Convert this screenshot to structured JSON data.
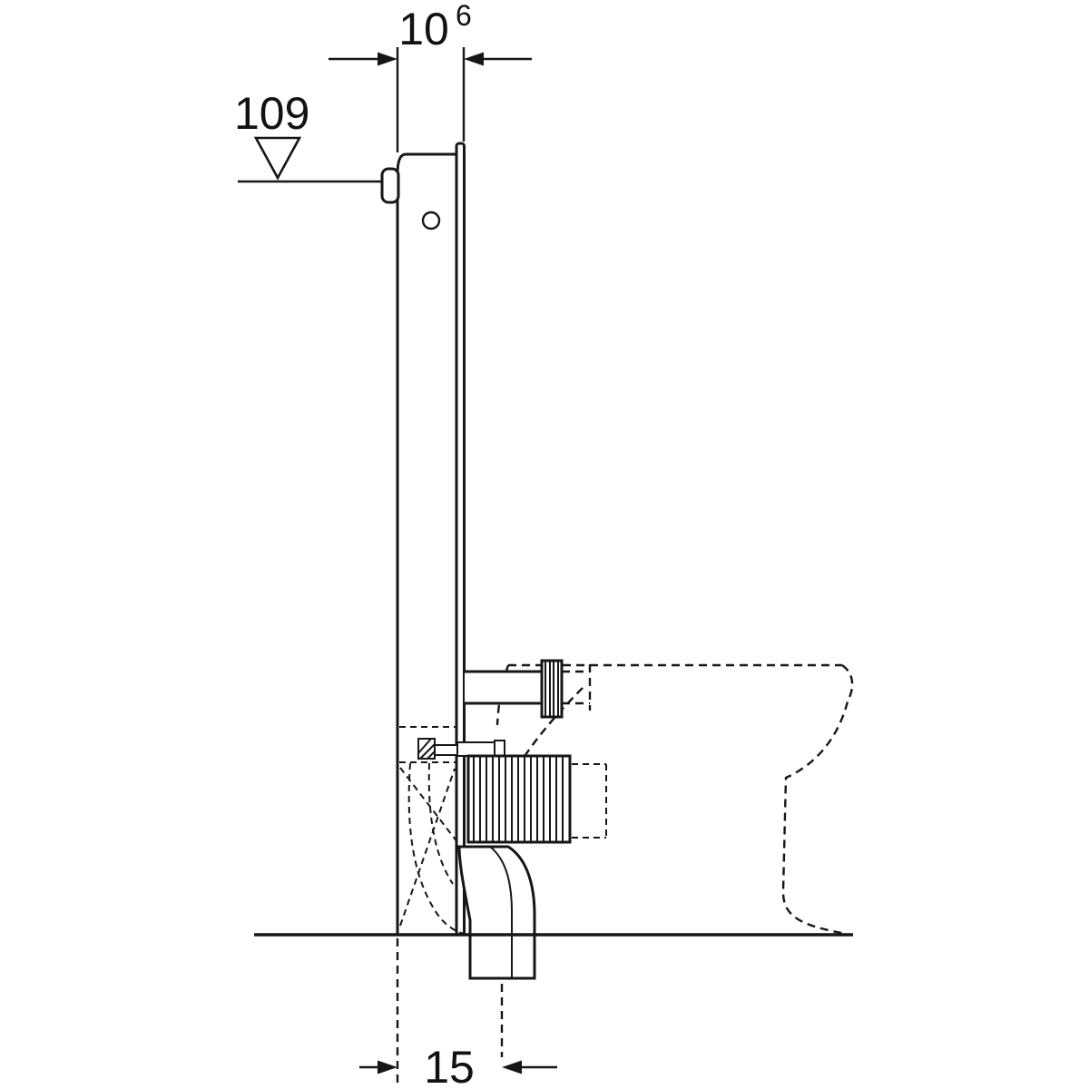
{
  "diagram": {
    "background": "#ffffff",
    "line_color": "#161616",
    "labels": {
      "width_value": "10",
      "width_superscript": "6",
      "height_value": "109",
      "offset_value": "15"
    }
  }
}
